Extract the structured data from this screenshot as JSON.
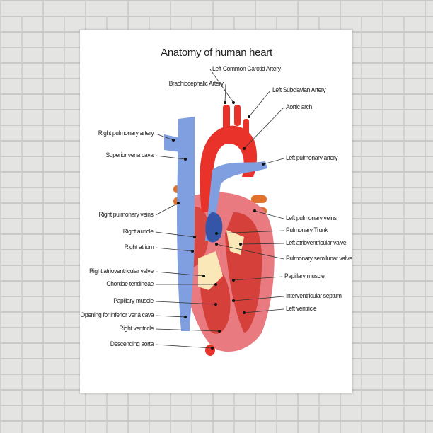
{
  "title": "Anatomy of human heart",
  "labels": [
    {
      "id": "left-common-carotid-artery",
      "text": "Left Common Carotid Artery"
    },
    {
      "id": "brachiocephalic-artery",
      "text": "Brachiocephalic Artery"
    },
    {
      "id": "left-subclavian-artery",
      "text": "Left Subclavian Artery"
    },
    {
      "id": "aortic-arch",
      "text": "Aortic arch"
    },
    {
      "id": "right-pulmonary-artery",
      "text": "Right pulmonary artery"
    },
    {
      "id": "superior-vena-cava",
      "text": "Superior vena cava"
    },
    {
      "id": "left-pulmonary-artery",
      "text": "Left pulmonary artery"
    },
    {
      "id": "right-pulmonary-veins",
      "text": "Right pulmonary veins"
    },
    {
      "id": "left-pulmonary-veins",
      "text": "Left pulmonary veins"
    },
    {
      "id": "pulmonary-trunk",
      "text": "Pulmonary Trunk"
    },
    {
      "id": "right-auricle",
      "text": "Right auricle"
    },
    {
      "id": "left-atrioventricular-valve",
      "text": "Left atrioventricular valve"
    },
    {
      "id": "right-atrium",
      "text": "Right atrium"
    },
    {
      "id": "pulmonary-semilunar-valve",
      "text": "Pulmonary semilunar valve"
    },
    {
      "id": "right-atrioventricular-valve",
      "text": "Right atrioventricular valve"
    },
    {
      "id": "papillary-muscle-left-ventricle",
      "text": "Papillary muscle"
    },
    {
      "id": "chordae-tendineae",
      "text": "Chordae tendineae"
    },
    {
      "id": "interventricular-septum",
      "text": "Interventricular septum"
    },
    {
      "id": "papillary-muscle-right-ventricle",
      "text": "Papillary muscle"
    },
    {
      "id": "left-ventricle",
      "text": "Left ventricle"
    },
    {
      "id": "opening-inferior-vena-cava",
      "text": "Opening for inferior vena cava"
    },
    {
      "id": "right-ventricle",
      "text": "Right ventricle"
    },
    {
      "id": "descending-aorta",
      "text": "Descending aorta"
    }
  ],
  "colors": {
    "artery": "#e8322a",
    "vein": "#7f9fe0",
    "muscle": "#e87a80",
    "valve": "#fbe8b8",
    "pulmonary_vein": "#e0702a",
    "wall": "#ffffff"
  }
}
